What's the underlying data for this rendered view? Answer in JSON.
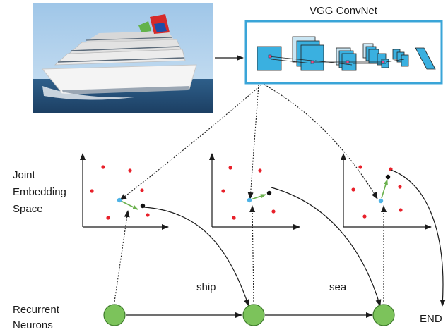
{
  "title": "VGG ConvNet",
  "side_labels": {
    "joint_line1": "Joint",
    "joint_line2": "Embedding",
    "joint_line3": "Space",
    "rnn_line1": "Recurrent",
    "rnn_line2": "Neurons"
  },
  "words": [
    "ship",
    "sea",
    "END"
  ],
  "photo_subject": "cruise ship at sea",
  "colors": {
    "frame": "#3aa5d8",
    "block_fill": "#3ab0e0",
    "point_red": "#e8202a",
    "point_blue": "#4fb3e6",
    "point_black": "#111111",
    "arrow_green": "#6ab04c",
    "neuron_fill": "#7cc35b",
    "neuron_stroke": "#3d7a2a"
  }
}
